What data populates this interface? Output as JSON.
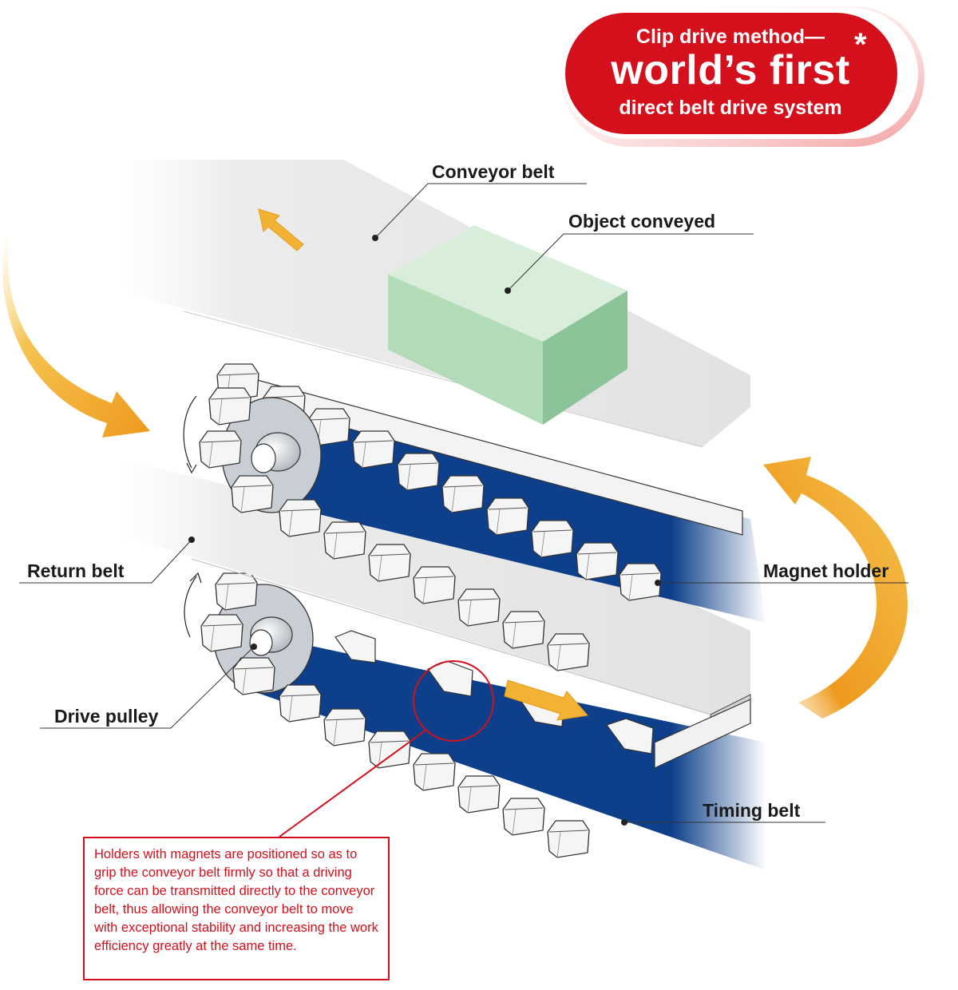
{
  "badge": {
    "line1": "Clip drive method—",
    "line2": "world’s first",
    "asterisk": "*",
    "line3": "direct belt drive system",
    "color": "#d3101c"
  },
  "labels": {
    "conveyor_belt": "Conveyor belt",
    "object_conveyed": "Object conveyed",
    "return_belt": "Return belt",
    "magnet_holder": "Magnet holder",
    "drive_pulley": "Drive pulley",
    "timing_belt": "Timing belt"
  },
  "callout": {
    "text": "Holders with magnets are positioned so as to grip the conveyor belt firmly so that a driving force can be transmitted directly to the conveyor belt, thus allowing the conveyor belt to move with exceptional stability and increasing the work efficiency greatly at the same time.",
    "border_color": "#d3101c"
  },
  "colors": {
    "timing_belt": "#0d3f8a",
    "belt_surface": "#e8e8e8",
    "holder": "#f4f4f4",
    "object_box": "#b2dcb8",
    "arrow": "#f2b233"
  },
  "icons": [
    "direction-arrow-icon",
    "rotation-arrow-icon",
    "cycle-arrow-icon"
  ]
}
